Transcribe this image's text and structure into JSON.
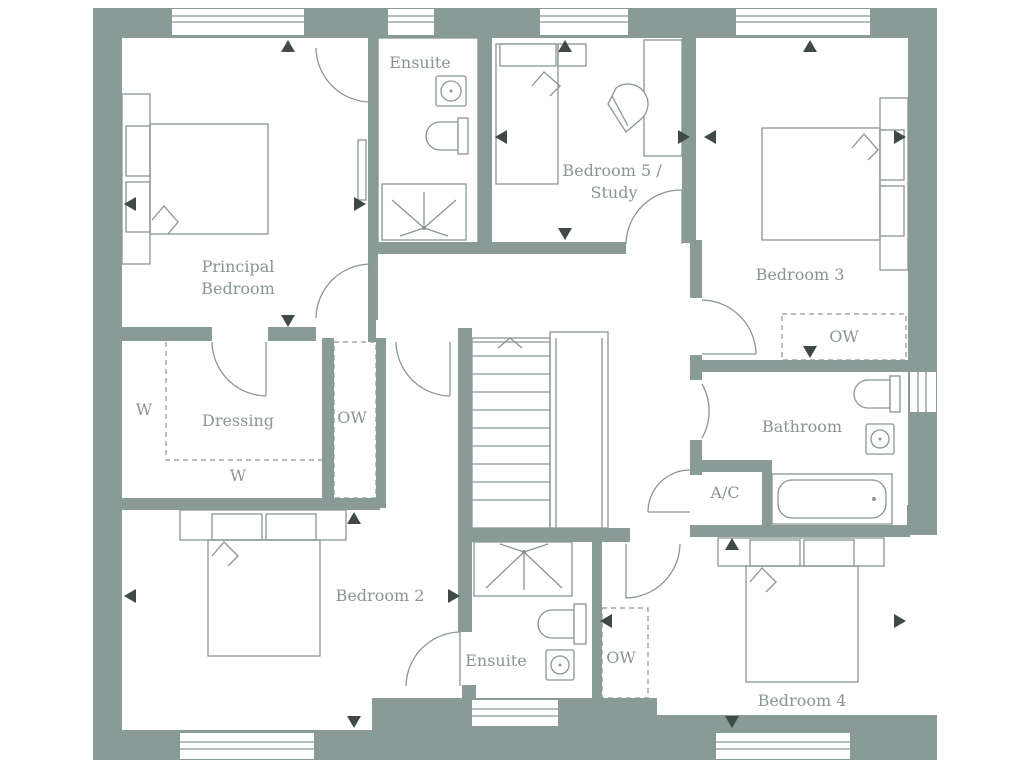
{
  "rooms": {
    "ensuite_top": "Ensuite",
    "bedroom5_line1": "Bedroom 5 /",
    "bedroom5_line2": "Study",
    "principal_line1": "Principal",
    "principal_line2": "Bedroom",
    "bedroom3": "Bedroom 3",
    "ow_bedroom3": "OW",
    "bathroom": "Bathroom",
    "ac": "A/C",
    "dressing": "Dressing",
    "w_left": "W",
    "w_bottom": "W",
    "ow_dressing": "OW",
    "bedroom2": "Bedroom 2",
    "ensuite_bottom": "Ensuite",
    "ow_bottom": "OW",
    "bedroom4": "Bedroom 4"
  },
  "colors": {
    "wall": "#8a9a96",
    "line": "#8a9690",
    "marker": "#3f4a47"
  }
}
